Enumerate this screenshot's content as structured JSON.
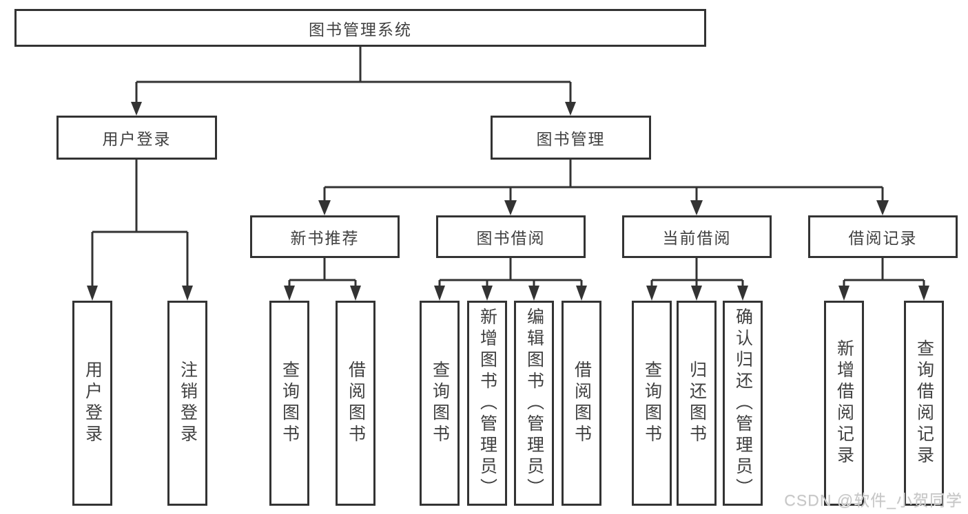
{
  "diagram": {
    "type": "tree",
    "root": {
      "label": "图书管理系统"
    },
    "branches": [
      {
        "label": "用户登录",
        "children": [
          {
            "label": "用户登录"
          },
          {
            "label": "注销登录"
          }
        ]
      },
      {
        "label": "图书管理",
        "children": [
          {
            "label": "新书推荐",
            "children": [
              {
                "label": "查询图书"
              },
              {
                "label": "借阅图书"
              }
            ]
          },
          {
            "label": "图书借阅",
            "children": [
              {
                "label": "查询图书"
              },
              {
                "label": "新增图书（管理员）"
              },
              {
                "label": "编辑图书（管理员）"
              },
              {
                "label": "借阅图书"
              }
            ]
          },
          {
            "label": "当前借阅",
            "children": [
              {
                "label": "查询图书"
              },
              {
                "label": "归还图书"
              },
              {
                "label": "确认归还（管理员）"
              }
            ]
          },
          {
            "label": "借阅记录",
            "children": [
              {
                "label": "新增借阅记录"
              },
              {
                "label": "查询借阅记录"
              }
            ]
          }
        ]
      }
    ]
  },
  "watermark": {
    "text": "CSDN @软件_小贺同学"
  },
  "colors": {
    "line": "#333333",
    "box_border": "#333333",
    "text": "#404040",
    "background": "#ffffff",
    "watermark": "#c6c6c6"
  }
}
